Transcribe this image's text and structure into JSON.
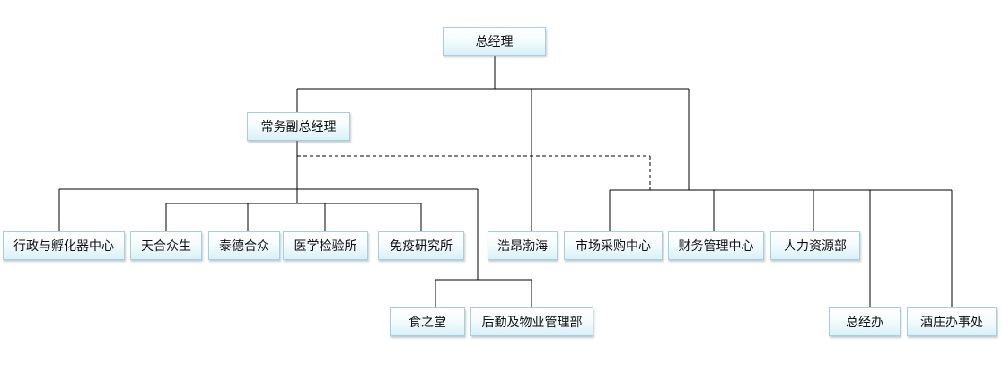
{
  "org_chart": {
    "general_manager": "总经理",
    "executive_deputy_gm": "常务副总经理",
    "admin_incubator_center": "行政与孵化器中心",
    "tianhe_zhongsheng": "天合众生",
    "taide_hezhong": "泰德合众",
    "medical_testing_lab": "医学检验所",
    "immunology_institute": "免疫研究所",
    "haoang_bohai": "浩昂渤海",
    "market_procurement_center": "市场采购中心",
    "finance_management_center": "财务管理中心",
    "hr_department": "人力资源部",
    "canteen": "食之堂",
    "logistics_property_dept": "后勤及物业管理部",
    "gm_office": "总经办",
    "winery_office": "酒庄办事处"
  }
}
